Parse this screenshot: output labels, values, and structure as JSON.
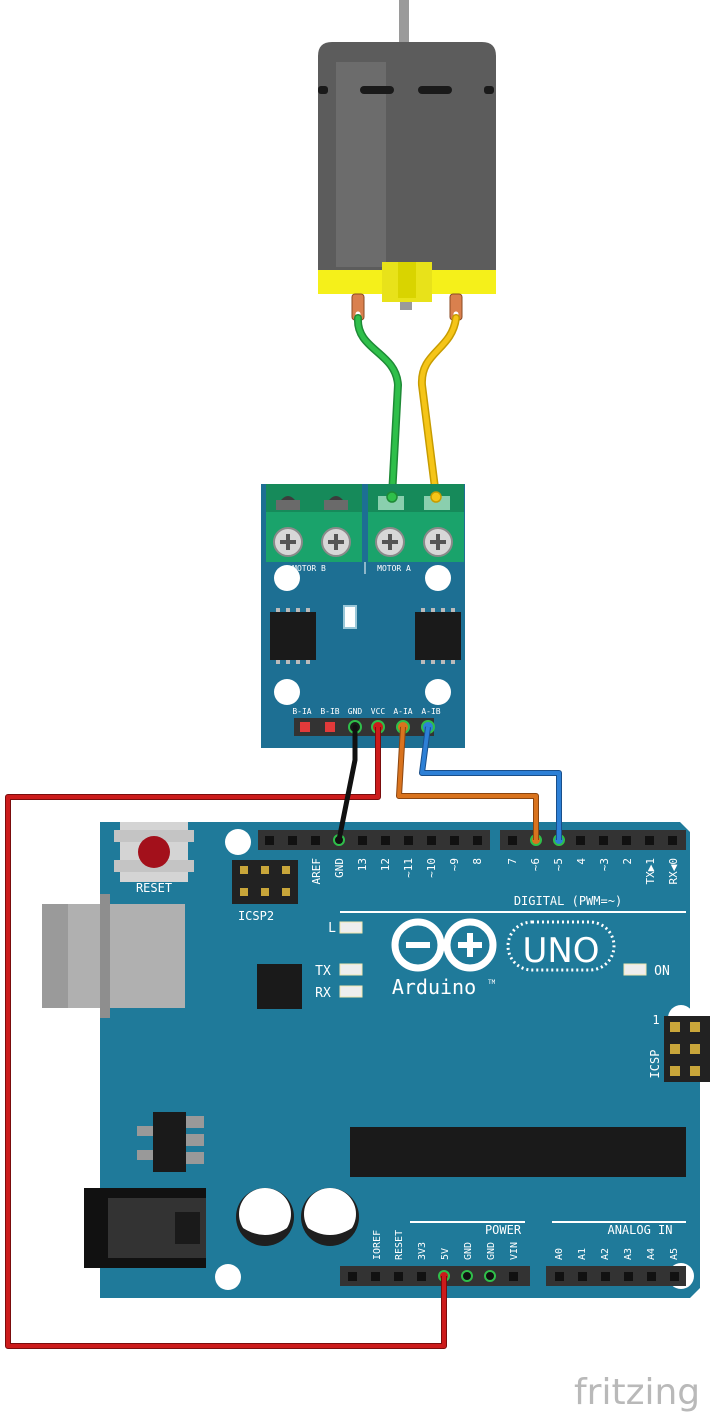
{
  "driver": {
    "motor_a_label": "MOTOR A",
    "motor_b_label": "MOTOR B",
    "pins": [
      "B-IA",
      "B-IB",
      "GND",
      "VCC",
      "A-IA",
      "A-IB"
    ]
  },
  "arduino": {
    "reset_label": "RESET",
    "icsp2_label": "ICSP2",
    "icsp_label": "ICSP",
    "icsp_pin1": "1",
    "digital_label": "DIGITAL (PWM=~)",
    "top_headers": [
      "AREF",
      "GND",
      "13",
      "12",
      "~11",
      "~10",
      "~9",
      "8",
      "7",
      "~6",
      "~5",
      "4",
      "~3",
      "2",
      "TX▶1",
      "RX◀0"
    ],
    "led_l": "L",
    "led_tx": "TX",
    "led_rx": "RX",
    "led_on": "ON",
    "brand_uno": "UNO",
    "brand_name": "Arduino",
    "brand_tm": "TM",
    "power_label": "POWER",
    "analog_label": "ANALOG IN",
    "power_pins": [
      "IOREF",
      "RESET",
      "3V3",
      "5V",
      "GND",
      "GND",
      "VIN"
    ],
    "analog_pins": [
      "A0",
      "A1",
      "A2",
      "A3",
      "A4",
      "A5"
    ]
  },
  "watermark": "fritzing",
  "colors": {
    "board_blue": "#1f7a9a",
    "driver_blue": "#1d6f93",
    "terminal_green": "#1aa36b",
    "wire_red": "#cc1b1b",
    "wire_black": "#111111",
    "wire_orange": "#d9731e",
    "wire_blue": "#2d80d6",
    "wire_green": "#2fbf4a",
    "wire_yellow": "#f5c518",
    "motor_yellow": "#f5f01a",
    "motor_gray": "#5c5c5c"
  }
}
